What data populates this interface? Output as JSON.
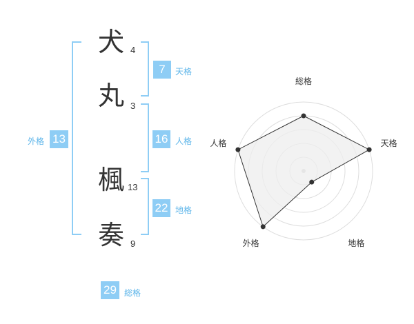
{
  "name": {
    "characters": [
      {
        "char": "犬",
        "strokes": "4"
      },
      {
        "char": "丸",
        "strokes": "3"
      },
      {
        "char": "楓",
        "strokes": "13"
      },
      {
        "char": "奏",
        "strokes": "9"
      }
    ]
  },
  "kakusu": {
    "tenkaku": {
      "label": "天格",
      "value": "7"
    },
    "jinkaku": {
      "label": "人格",
      "value": "16"
    },
    "chikaku": {
      "label": "地格",
      "value": "22"
    },
    "gaikaku": {
      "label": "外格",
      "value": "13"
    },
    "soukaku": {
      "label": "総格",
      "value": "29"
    }
  },
  "colors": {
    "accent": "#8ecdf5",
    "accent_text": "#5fb6ea",
    "text": "#333333",
    "grid": "#dddddd",
    "fill": "#eeeeee"
  },
  "chart_data": {
    "type": "radar",
    "axes": [
      "総格",
      "天格",
      "地格",
      "外格",
      "人格"
    ],
    "levels": 5,
    "values": [
      4,
      5,
      1,
      5,
      5
    ],
    "max": 5
  }
}
